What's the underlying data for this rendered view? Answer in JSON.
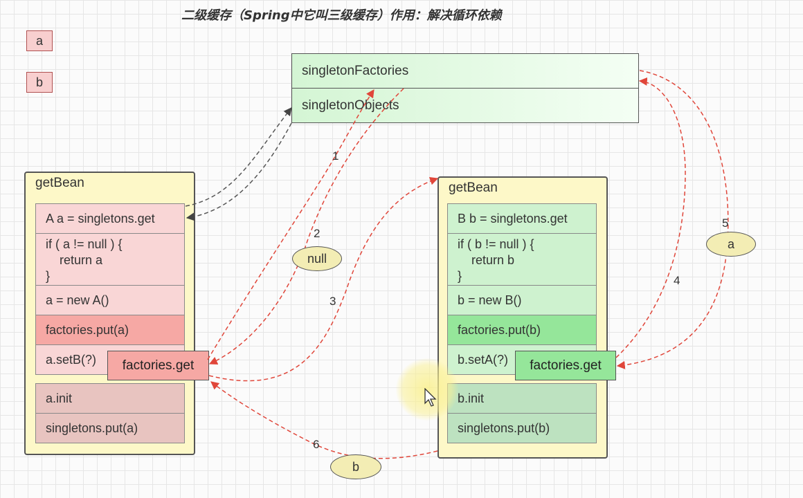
{
  "title": "二级缓存（Spring中它叫三级缓存）作用：解决循环依赖",
  "legend": {
    "a": "a",
    "b": "b"
  },
  "cache": {
    "factories": "singletonFactories",
    "objects": "singletonObjects"
  },
  "beanA": {
    "label": "getBean",
    "get": "A a = singletons.get",
    "check": "if ( a != null ) {\n    return a\n}",
    "create": "a = new A()",
    "put_factory": "factories.put(a)",
    "set": "a.setB(?)",
    "factory_get": "factories.get",
    "init": "a.init",
    "put": "singletons.put(a)"
  },
  "beanB": {
    "label": "getBean",
    "get": "B b = singletons.get",
    "check": "if ( b != null ) {\n    return b\n}",
    "create": "b = new B()",
    "put_factory": "factories.put(b)",
    "set": "b.setA(?)",
    "factory_get": "factories.get",
    "init": "b.init",
    "put": "singletons.put(b)"
  },
  "ovals": {
    "null": "null",
    "a": "a",
    "b": "b"
  },
  "steps": [
    "1",
    "2",
    "3",
    "4",
    "5",
    "6"
  ],
  "colors": {
    "arrow_red": "#e0463a",
    "arrow_gray": "#555555"
  }
}
